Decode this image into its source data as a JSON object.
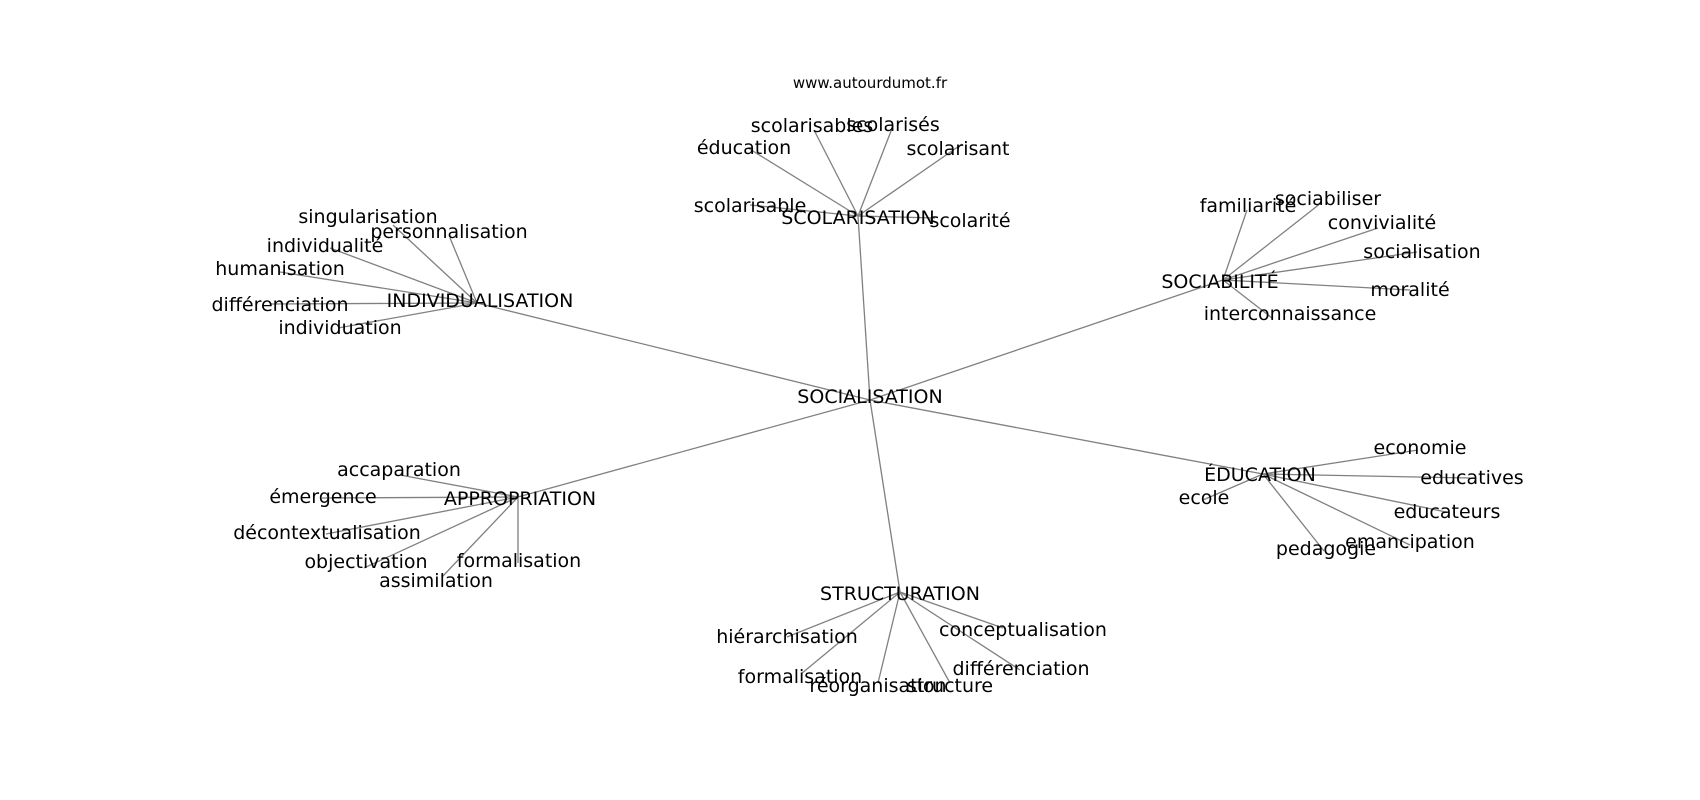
{
  "source": "www.autourdumot.fr",
  "colors": {
    "edge": "#808080",
    "text": "#000000",
    "background": "#ffffff"
  },
  "center": "SOCIALISATION",
  "hubs": [
    {
      "id": "scolarisation",
      "label": "SCOLARISATION",
      "words": [
        "scolarisables",
        "scolarisés",
        "éducation",
        "scolarisant",
        "scolarisable",
        "scolarité"
      ]
    },
    {
      "id": "individualisation",
      "label": "INDIVIDUALISATION",
      "words": [
        "singularisation",
        "personnalisation",
        "individualité",
        "humanisation",
        "différenciation",
        "individuation"
      ]
    },
    {
      "id": "sociabilite",
      "label": "SOCIABILITÉ",
      "words": [
        "familiarité",
        "sociabiliser",
        "convivialité",
        "socialisation",
        "moralité",
        "interconnaissance"
      ]
    },
    {
      "id": "appropriation",
      "label": "APPROPRIATION",
      "words": [
        "accaparation",
        "émergence",
        "décontextualisation",
        "objectivation",
        "formalisation",
        "assimilation"
      ]
    },
    {
      "id": "education",
      "label": "ÉDUCATION",
      "words": [
        "economie",
        "educatives",
        "ecole",
        "educateurs",
        "emancipation",
        "pedagogie"
      ]
    },
    {
      "id": "structuration",
      "label": "STRUCTURATION",
      "words": [
        "hiérarchisation",
        "conceptualisation",
        "différenciation",
        "formalisation",
        "réorganisation",
        "structure"
      ]
    }
  ]
}
